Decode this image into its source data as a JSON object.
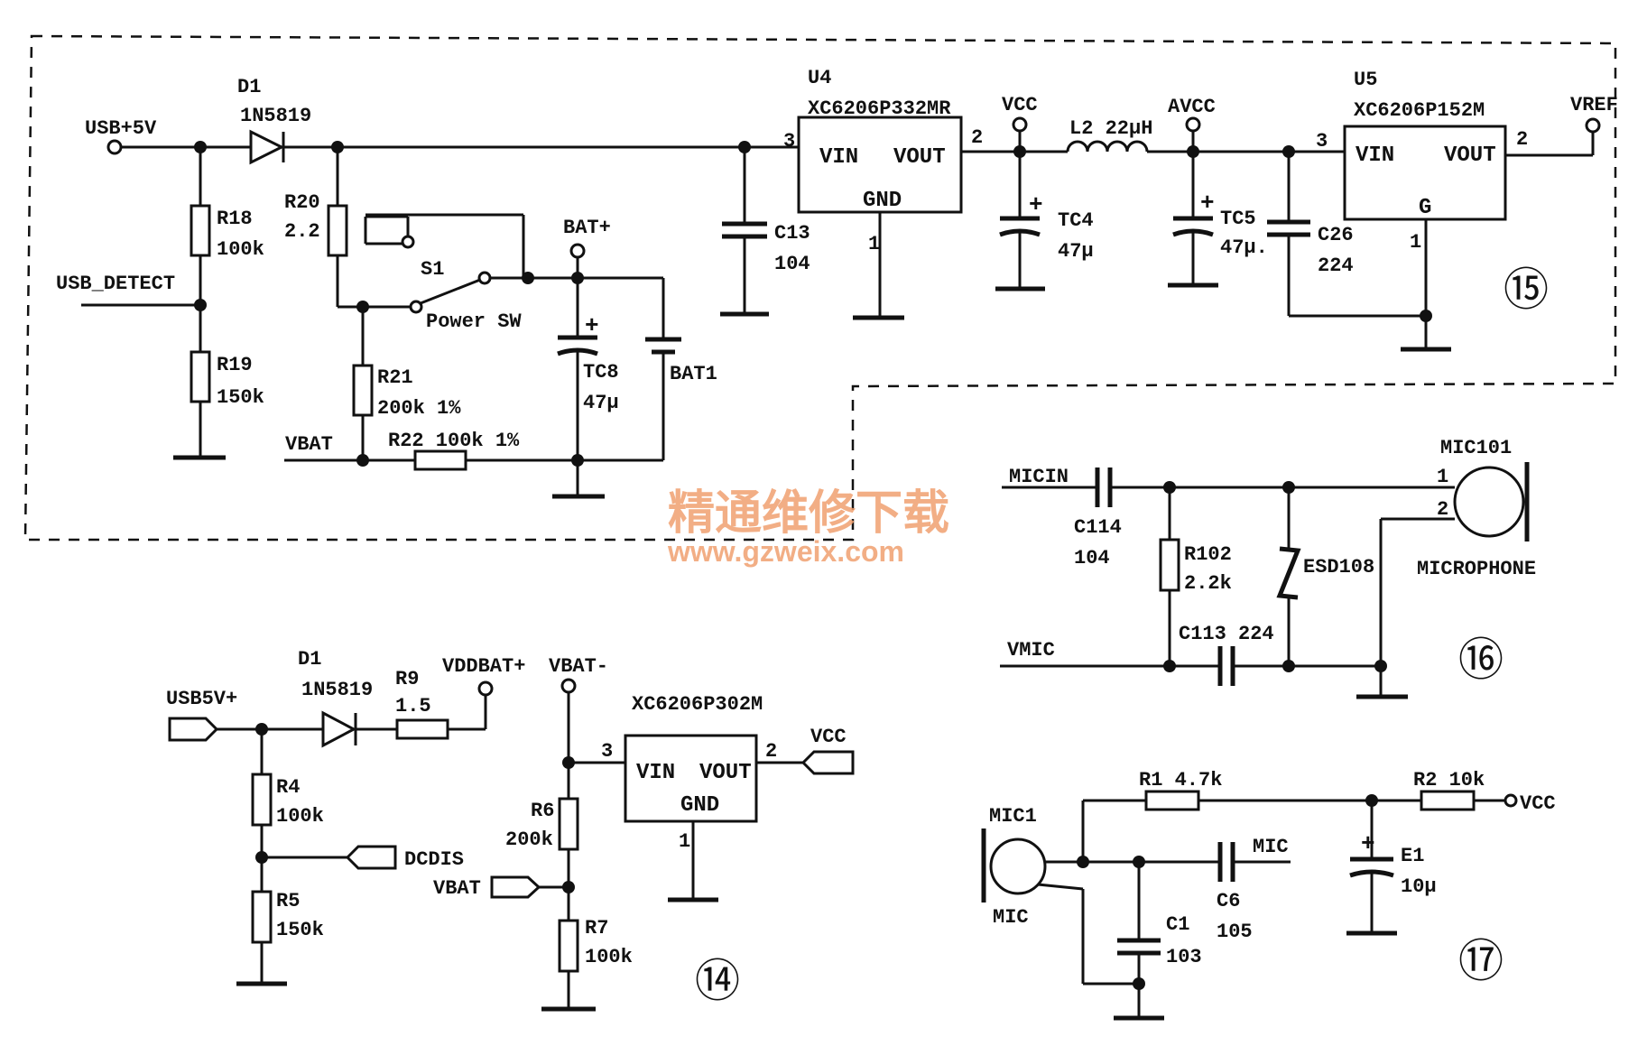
{
  "watermark": {
    "title": "精通维修下载",
    "url": "www.gzweix.com"
  },
  "c15": {
    "num": "⑮",
    "usb": "USB+5V",
    "d1": "D1",
    "d1_part": "1N5819",
    "r18": "R18",
    "r18_val": "100k",
    "r19": "R19",
    "r19_val": "150k",
    "usb_detect": "USB_DETECT",
    "r20": "R20",
    "r20_val": "2.2",
    "s1": "S1",
    "power_sw": "Power SW",
    "bat_plus": "BAT+",
    "tc8": "TC8",
    "tc8_val": "47μ",
    "bat1": "BAT1",
    "r21": "R21",
    "r21_val": "200k 1%",
    "vbat": "VBAT",
    "r22": "R22 100k 1%",
    "c13": "C13",
    "c13_val": "104",
    "u4": "U4",
    "u4_part": "XC6206P332MR",
    "vin": "VIN",
    "vout": "VOUT",
    "gnd": "GND",
    "g": "G",
    "p3": "3",
    "p2": "2",
    "p1": "1",
    "vcc": "VCC",
    "l2": "L2 22μH",
    "avcc": "AVCC",
    "tc4": "TC4",
    "tc4_val": "47μ",
    "tc5": "TC5",
    "tc5_val": "47μ.",
    "c26": "C26",
    "c26_val": "224",
    "u5": "U5",
    "u5_part": "XC6206P152M",
    "vref": "VREF"
  },
  "c16": {
    "num": "⑯",
    "micin": "MICIN",
    "c114": "C114",
    "c114_val": "104",
    "r102": "R102",
    "r102_val": "2.2k",
    "esd": "ESD108",
    "mic101": "MIC101",
    "pin1": "1",
    "pin2": "2",
    "microphone": "MICROPHONE",
    "vmic": "VMIC",
    "c113": "C113 224"
  },
  "c14": {
    "num": "⑭",
    "usb": "USB5V+",
    "d1": "D1",
    "d1_part": "1N5819",
    "r9": "R9",
    "r9_val": "1.5",
    "vddbat": "VDDBAT+",
    "vbat_minus": "VBAT-",
    "reg_part": "XC6206P302M",
    "vin": "VIN",
    "vout": "VOUT",
    "gnd": "GND",
    "p3": "3",
    "p2": "2",
    "p1": "1",
    "vcc": "VCC",
    "r4": "R4",
    "r4_val": "100k",
    "r5": "R5",
    "r5_val": "150k",
    "dcdis": "DCDIS",
    "r6": "R6",
    "r6_val": "200k",
    "vbat": "VBAT",
    "r7": "R7",
    "r7_val": "100k"
  },
  "c17": {
    "num": "⑰",
    "r1": "R1 4.7k",
    "r2": "R2 10k",
    "vcc": "VCC",
    "mic1": "MIC1",
    "mic": "MIC",
    "mic_out": "MIC",
    "c6": "C6",
    "c6_val": "105",
    "c1": "C1",
    "c1_val": "103",
    "e1": "E1",
    "e1_val": "10μ"
  }
}
